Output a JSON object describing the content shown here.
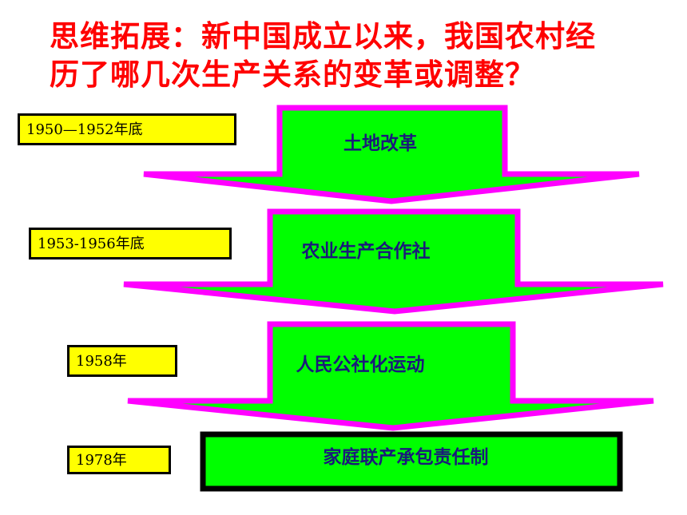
{
  "title": {
    "line1": "思维拓展：新中国成立以来，我国农村经",
    "line2": "历了哪几次生产关系的变革或调整？"
  },
  "stages": [
    {
      "period": "1950—1952年底",
      "label": "土地改革"
    },
    {
      "period": "1953-1956年底",
      "label": "农业生产合作社"
    },
    {
      "period": "1958年",
      "label": "人民公社化运动"
    },
    {
      "period": "1978年",
      "label": "家庭联产承包责任制"
    }
  ],
  "colors": {
    "title": "#ff0000",
    "arrow_fill": "#00ff00",
    "arrow_border": "#ff00ff",
    "period_fill": "#ffff00",
    "final_border": "#000000",
    "label_text": "#1a1a7a"
  }
}
